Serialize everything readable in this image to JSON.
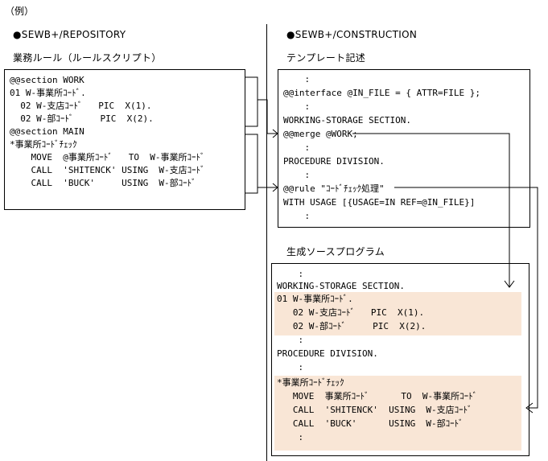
{
  "example_label": "（例）",
  "left": {
    "heading": "●SEWB+/REPOSITORY",
    "box_title": "業務ルール（ルールスクリプト）",
    "lines": [
      "@@section WORK",
      "01 W-事業所ｺｰﾄﾞ.",
      "  02 W-支店ｺｰﾄﾞ   PIC  X(1).",
      "  02 W-部ｺｰﾄﾞ     PIC  X(2).",
      "@@section MAIN",
      "*事業所ｺｰﾄﾞﾁｪｯｸ",
      "    MOVE  @事業所ｺｰﾄﾞ   TO  W-事業所ｺｰﾄﾞ",
      "    CALL  'SHITENCK' USING  W-支店ｺｰﾄﾞ",
      "    CALL  'BUCK'     USING  W-部ｺｰﾄﾞ"
    ]
  },
  "right": {
    "heading": "●SEWB+/CONSTRUCTION",
    "template_title": "テンプレート記述",
    "template_lines": [
      "    :",
      "@@interface @IN_FILE = { ATTR=FILE };",
      "    :",
      "WORKING-STORAGE SECTION.",
      "@@merge @WORK;",
      "    :",
      "PROCEDURE DIVISION.",
      "    :",
      "@@rule \"ｺｰﾄﾞﾁｪｯｸ処理\"",
      "WITH USAGE [{USAGE=IN REF=@IN_FILE}]",
      "    :"
    ],
    "generated_title": "生成ソースプログラム",
    "generated_lines": [
      "    :",
      "WORKING-STORAGE SECTION.",
      "01 W-事業所ｺｰﾄﾞ.",
      "   02 W-支店ｺｰﾄﾞ   PIC  X(1).",
      "   02 W-部ｺｰﾄﾞ     PIC  X(2).",
      "    :",
      "PROCEDURE DIVISION.",
      "    :",
      "*事業所ｺｰﾄﾞﾁｪｯｸ",
      "   MOVE  事業所ｺｰﾄﾞ      TO  W-事業所ｺｰﾄﾞ",
      "   CALL  'SHITENCK'  USING  W-支店ｺｰﾄﾞ",
      "   CALL  'BUCK'      USING  W-部ｺｰﾄﾞ",
      "    :"
    ]
  }
}
